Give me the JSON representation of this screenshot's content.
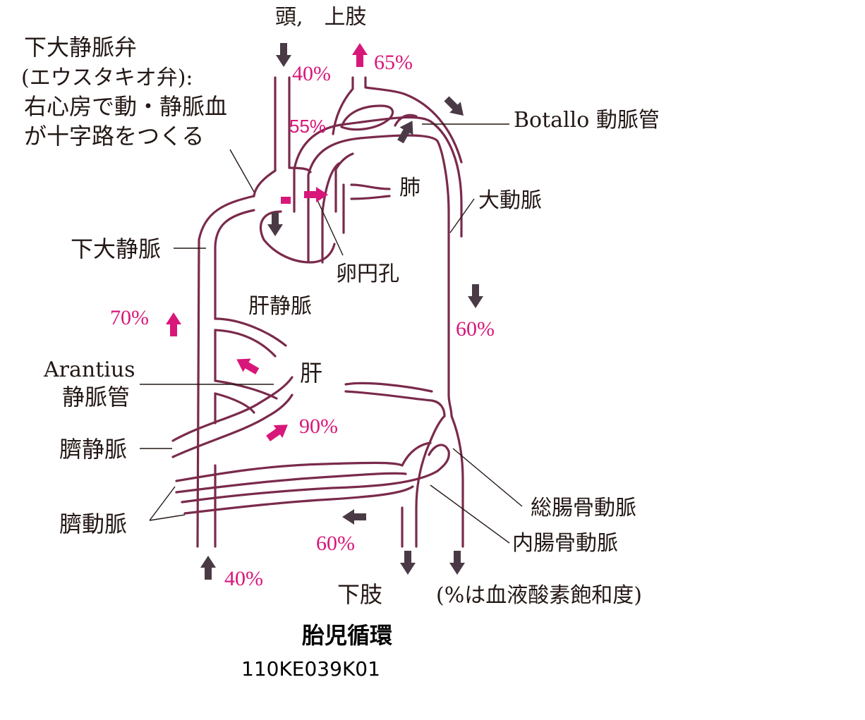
{
  "title": "胎児循環",
  "figure_code": "110KE039K01",
  "colors": {
    "vessel": "#7a2a4c",
    "arrow_dark": "#4a3a46",
    "arrow_pink": "#d8177a",
    "percent": "#d8177a",
    "label": "#231815"
  },
  "labels": {
    "head_arms": "頭,　上肢",
    "ivc_valve_line1": "下大静脈弁",
    "ivc_valve_line2": "(エウスタキオ弁):",
    "ivc_valve_line3": "右心房で動・静脈血",
    "ivc_valve_line4": "が十字路をつくる",
    "botallo": "Botallo 動脈管",
    "lung": "肺",
    "aorta": "大動脈",
    "ivc": "下大静脈",
    "foramen_ovale": "卵円孔",
    "hepatic_vein": "肝静脈",
    "liver": "肝",
    "arantius_line1": "Arantius",
    "arantius_line2": "静脈管",
    "umbilical_vein": "臍静脈",
    "umbilical_artery": "臍動脈",
    "common_iliac": "総腸骨動脈",
    "internal_iliac": "内腸骨動脈",
    "lower_limb": "下肢",
    "note": "(%は血液酸素飽和度)"
  },
  "percentages": {
    "svc_in": "40%",
    "head_out": "65%",
    "svc_left": "55%",
    "ivc_up": "70%",
    "aorta_down": "60%",
    "umbilical_in": "90%",
    "umbilical_art": "60%",
    "leg_return": "40%"
  },
  "arrows": [
    {
      "name": "svc-down-arrow",
      "color": "dark",
      "dir": "down"
    },
    {
      "name": "head-up-arrow",
      "color": "pink",
      "dir": "up"
    },
    {
      "name": "ductus-arrow",
      "color": "dark",
      "dir": "down-right"
    },
    {
      "name": "pulmonary-up-arrow",
      "color": "dark",
      "dir": "up-right"
    },
    {
      "name": "ra-down-arrow",
      "color": "dark",
      "dir": "down"
    },
    {
      "name": "foramen-arrow",
      "color": "pink",
      "dir": "right"
    },
    {
      "name": "ivc-up-arrow",
      "color": "pink",
      "dir": "up"
    },
    {
      "name": "aorta-down-arrow",
      "color": "dark",
      "dir": "down"
    },
    {
      "name": "ductus-venosus-arrow",
      "color": "pink",
      "dir": "up-left"
    },
    {
      "name": "umbilical-vein-arrow",
      "color": "pink",
      "dir": "up-right"
    },
    {
      "name": "umbilical-artery-arrow",
      "color": "dark",
      "dir": "left"
    },
    {
      "name": "leg-return-arrow",
      "color": "dark",
      "dir": "up"
    },
    {
      "name": "left-leg-arrow",
      "color": "dark",
      "dir": "down"
    },
    {
      "name": "right-leg-arrow",
      "color": "dark",
      "dir": "down"
    }
  ]
}
